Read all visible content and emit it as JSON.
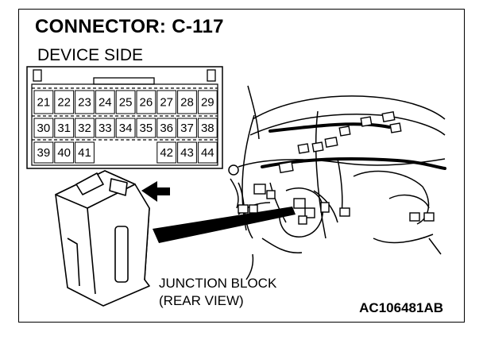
{
  "header": {
    "title": "CONNECTOR: C-117",
    "subtitle": "DEVICE SIDE"
  },
  "connector": {
    "rows": [
      [
        "21",
        "22",
        "23",
        "24",
        "25",
        "26",
        "27",
        "28",
        "29"
      ],
      [
        "30",
        "31",
        "32",
        "33",
        "34",
        "35",
        "36",
        "37",
        "38"
      ],
      [
        "39",
        "40",
        "41",
        "",
        "",
        "",
        "42",
        "43",
        "44"
      ]
    ]
  },
  "caption": {
    "line1": "JUNCTION BLOCK",
    "line2": "(REAR VIEW)"
  },
  "figure_code": "AC106481AB",
  "colors": {
    "ink": "#000000",
    "paper": "#ffffff"
  }
}
